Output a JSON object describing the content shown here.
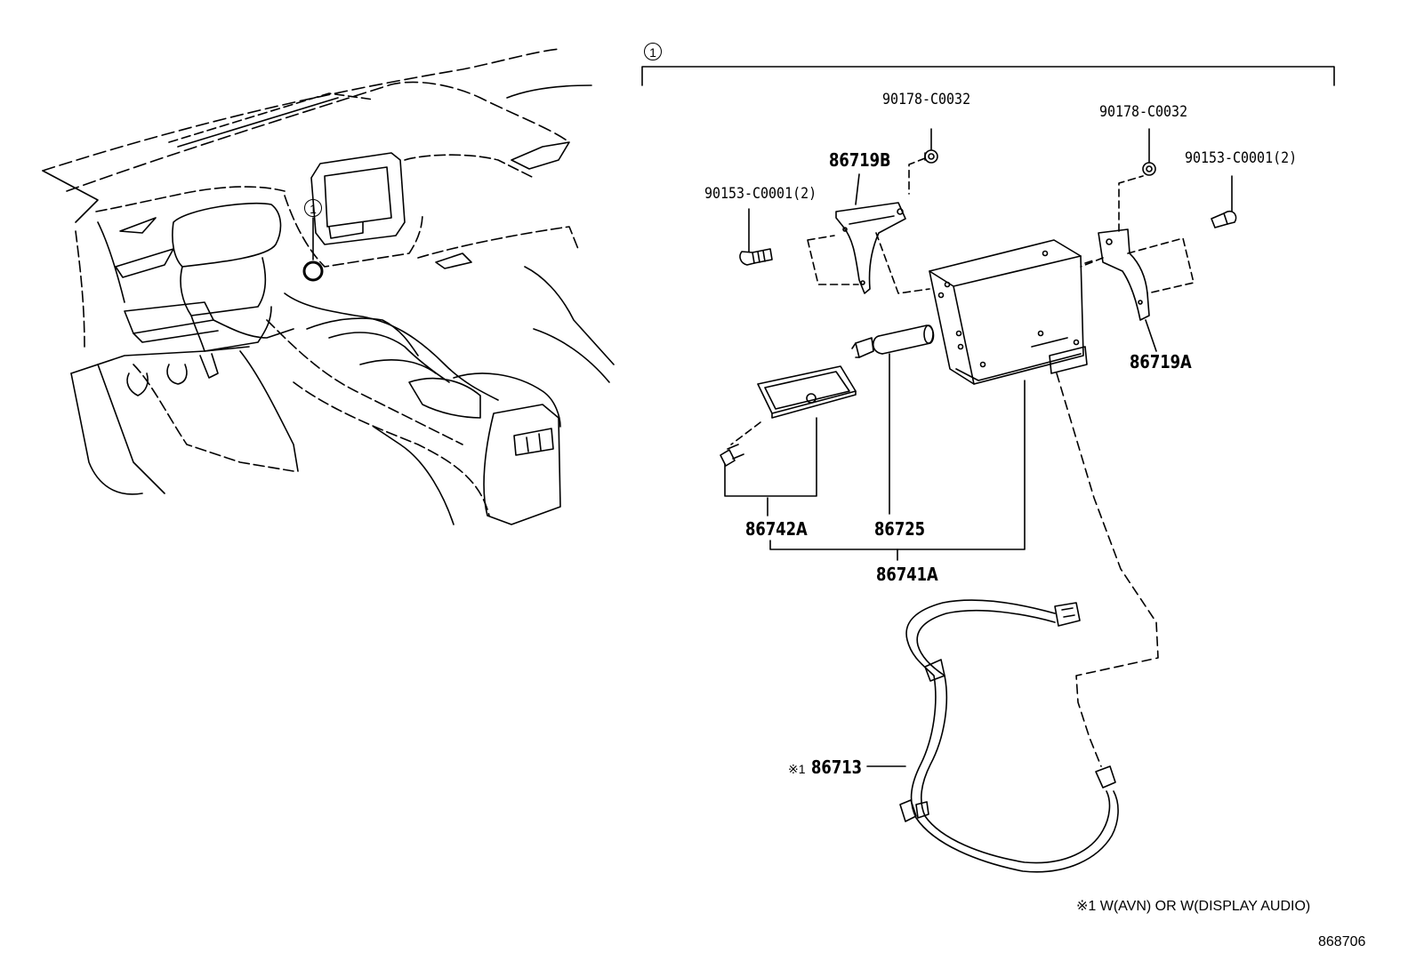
{
  "callouts": {
    "assembly_marker": "1",
    "location_marker": "1"
  },
  "parts": {
    "p86719B": "86719B",
    "p90178_left": "90178-C0032",
    "p90153_left": "90153-C0001(2)",
    "p90178_right": "90178-C0032",
    "p90153_right": "90153-C0001(2)",
    "p86719A": "86719A",
    "p86742A": "86742A",
    "p86725": "86725",
    "p86741A": "86741A",
    "p86713_prefix": "※1",
    "p86713": "86713"
  },
  "footnote": "※1 W(AVN) OR W(DISPLAY AUDIO)",
  "diagram_number": "868706"
}
